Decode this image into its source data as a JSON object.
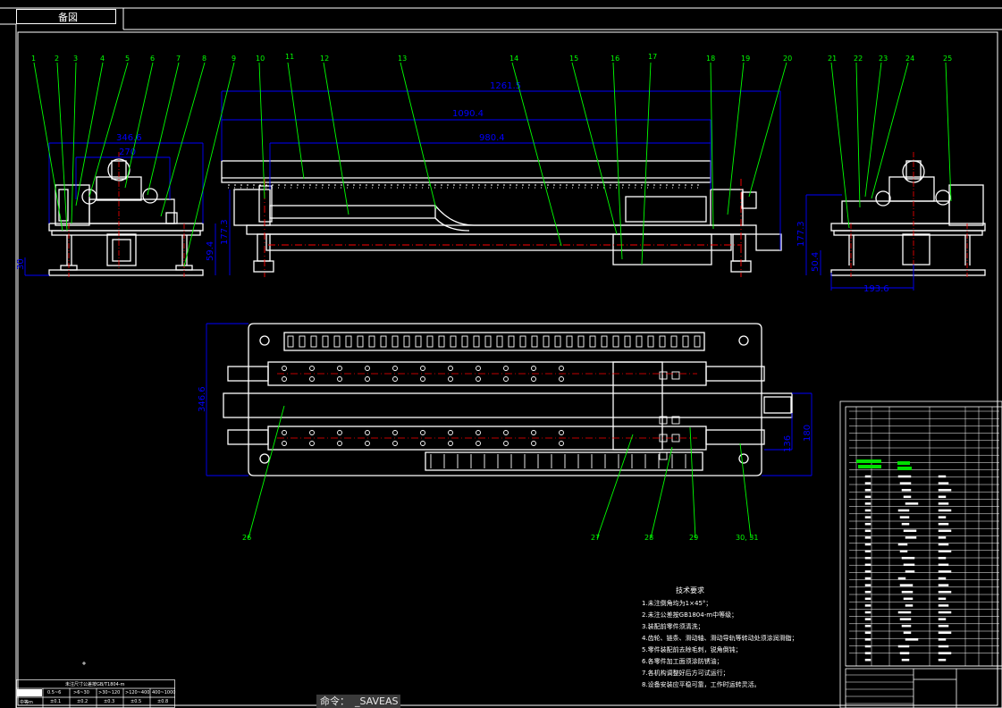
{
  "ui": {
    "layout_tab": "备図",
    "command_prompt": "命令：",
    "command_text": "_SAVEAS"
  },
  "drawing": {
    "balloons": [
      "1",
      "2",
      "3",
      "4",
      "5",
      "6",
      "7",
      "8",
      "9",
      "10",
      "11",
      "12",
      "13",
      "14",
      "15",
      "16",
      "17",
      "18",
      "19",
      "20",
      "21",
      "22",
      "23",
      "24",
      "25",
      "26",
      "27",
      "28",
      "29",
      "30, 31"
    ],
    "dims": {
      "d_1261": "1261.5",
      "d_1090": "1090.4",
      "d_980": "980.4",
      "d_346": "346.6",
      "d_270": "270",
      "d_177a": "177.3",
      "d_59": "59.4",
      "d_177b": "177.3",
      "d_50": "50.4",
      "d_193": "193.6",
      "d_346b": "346.6",
      "d_136": "136",
      "d_180": "180",
      "d_30": "30"
    },
    "tech_title": "技术要求",
    "tech_notes": [
      "1.未注倒角均为1×45°；",
      "2.未注公差按GB1804-m中等级；",
      "3.装配前零件须清洗；",
      "4.齿轮、链条、滑动轴、滑动导轨等转动处须涂润滑脂；",
      "5.零件装配前去除毛刺，锐角倒钝；",
      "6.各零件加工面须涂防锈油；",
      "7.各机构调整好后方可试运行；",
      "8.设备安装应平稳可靠，工作时运转灵活。"
    ],
    "tol_title": "未注尺寸公差按GB/T1804-m",
    "tol_headers": [
      "0.5~6",
      ">6~30",
      ">30~120",
      ">120~400",
      "400~1000"
    ],
    "tol_row_label": "中等m",
    "tol_values": [
      "±0.1",
      "±0.2",
      "±0.3",
      "±0.5",
      "±0.8"
    ],
    "colors": {
      "lines": "#ffffff",
      "dims": "#0000ff",
      "leaders": "#00ff00",
      "centerlines": "#ff0000",
      "labels": "#00ff00",
      "highlight": "#00e000"
    }
  }
}
